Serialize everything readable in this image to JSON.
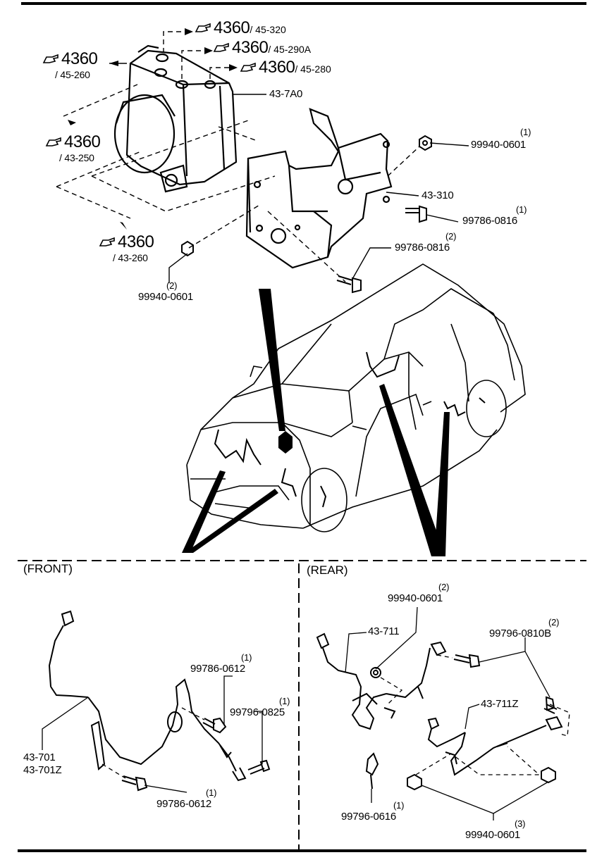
{
  "sections": {
    "front": "(FRONT)",
    "rear": "(REAR)"
  },
  "refs": [
    {
      "id": "r1",
      "num": "4360",
      "sub": "/ 45-320"
    },
    {
      "id": "r2",
      "num": "4360",
      "sub": "/ 45-290A"
    },
    {
      "id": "r3",
      "num": "4360",
      "sub": "/ 45-280"
    },
    {
      "id": "r4",
      "num": "4360",
      "sub": "/ 45-260"
    },
    {
      "id": "r5",
      "num": "4360",
      "sub": "/ 43-250"
    },
    {
      "id": "r6",
      "num": "4360",
      "sub": "/ 43-260"
    }
  ],
  "parts": {
    "hcu": "43-7A0",
    "bracket": "43-310",
    "nut_top_right": {
      "qty": "(1)",
      "code": "99940-0601"
    },
    "bolt_right": {
      "qty": "(1)",
      "code": "99786-0816"
    },
    "bolt_mid": {
      "qty": "(2)",
      "code": "99786-0816"
    },
    "nut_left": {
      "qty": "(2)",
      "code": "99940-0601"
    },
    "front_bolt_top": {
      "qty": "(1)",
      "code": "99786-0612"
    },
    "front_bolt_side": {
      "qty": "(1)",
      "code": "99796-0825"
    },
    "front_sensor": {
      "a": "43-701",
      "b": "43-701Z"
    },
    "front_bolt_bottom": {
      "qty": "(1)",
      "code": "99786-0612"
    },
    "rear_nut_top": {
      "qty": "(2)",
      "code": "99940-0601"
    },
    "rear_sensor_l": "43-711",
    "rear_bolt_top": {
      "qty": "(2)",
      "code": "99796-0810B"
    },
    "rear_sensor_r": "43-711Z",
    "rear_bolt_bottom": {
      "qty": "(1)",
      "code": "99796-0616"
    },
    "rear_nut_bottom": {
      "qty": "(3)",
      "code": "99940-0601"
    }
  }
}
